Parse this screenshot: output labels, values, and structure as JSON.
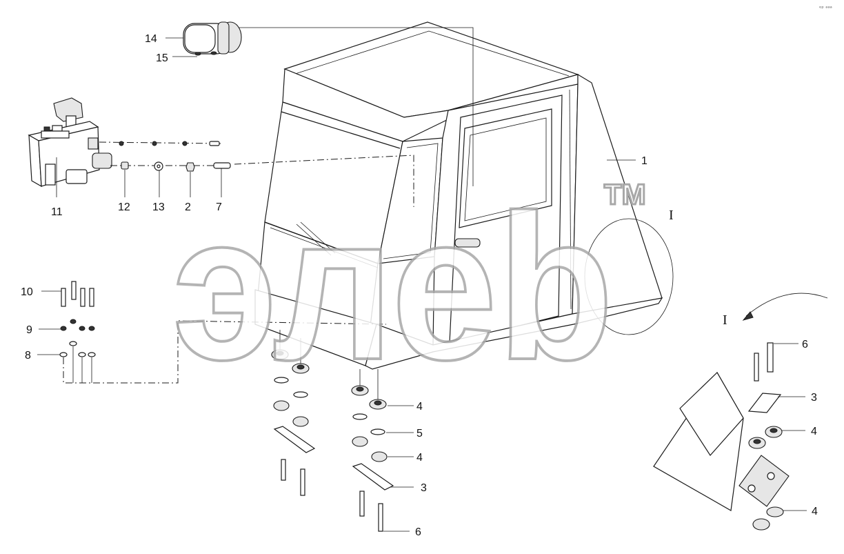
{
  "diagram": {
    "callouts": {
      "c1": "1",
      "c2": "2",
      "c3_center": "3",
      "c3_detail": "3",
      "c4_upper": "4",
      "c4_lower": "4",
      "c4_detail_upper": "4",
      "c4_detail_lower": "4",
      "c5": "5",
      "c6_center": "6",
      "c6_detail": "6",
      "c7": "7",
      "c8": "8",
      "c9": "9",
      "c10": "10",
      "c11": "11",
      "c12": "12",
      "c13": "13",
      "c14": "14",
      "c15": "15"
    },
    "detail_marker_top": "I",
    "detail_marker_view": "I",
    "corner_mark": "ᵉᵖ ᵃᵃᵃ"
  },
  "watermark": {
    "text": "элеb",
    "trademark": "TM"
  }
}
